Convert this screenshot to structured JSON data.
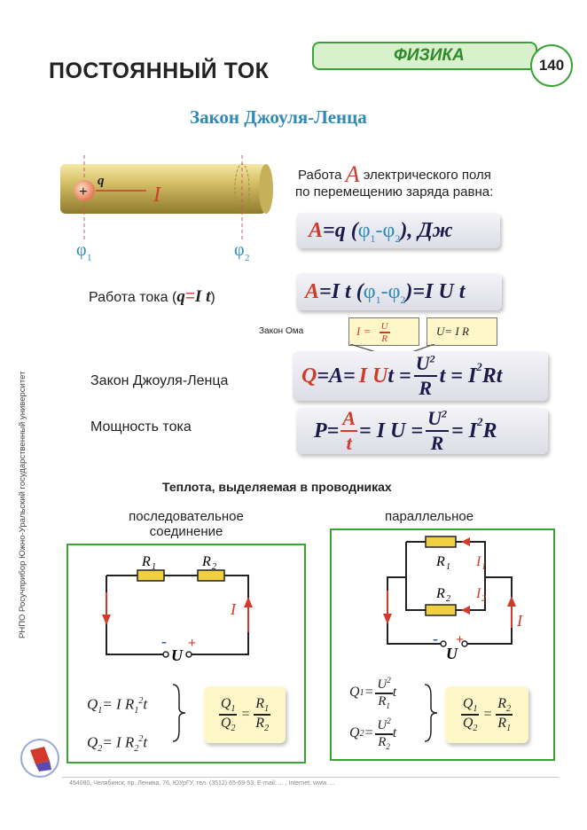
{
  "header": {
    "title": "ПОСТОЯННЫЙ ТОК",
    "subject": "ФИЗИКА",
    "page_number": "140",
    "subtitle": "Закон Джоуля-Ленца"
  },
  "conductor": {
    "charge_label": "q",
    "current_label": "I",
    "phi1_label": "φ",
    "phi1_sub": "1",
    "phi2_label": "φ",
    "phi2_sub": "2"
  },
  "work_field": {
    "text_before": "Работа ",
    "symbol": "A",
    "text_after": " электрического поля",
    "line2": "по перемещению заряда равна:",
    "formula": {
      "lhs": "A",
      "eq": "=q (",
      "phi1": "φ",
      "s1": "1",
      "minus": "-",
      "phi2": "φ",
      "s2": "2",
      "tail": "),  Дж"
    }
  },
  "work_current": {
    "label_before": "Работа тока (",
    "label_q": "q",
    "label_eq": "=",
    "label_I": "I",
    "label_t": " t",
    "label_after": ")",
    "formula": {
      "lhs": "A",
      "a": "=I t (",
      "phi1": "φ",
      "s1": "1",
      "minus": "-",
      "phi2": "φ",
      "s2": "2",
      "b": ")=I U t"
    }
  },
  "ohm": {
    "label": "Закон Ома",
    "f1_lhs": "I  =",
    "f1_num": "U",
    "f1_den": "R",
    "f2": "U= I R"
  },
  "joule": {
    "label": "Закон Джоуля-Ленца",
    "formula": {
      "lhs": "Q",
      "a": "=A=",
      "iu": "I U",
      "t": " t =",
      "num": "U",
      "num_sup": "2",
      "den": "R",
      "b": " t = I",
      "sup": "2",
      "c": "Rt"
    }
  },
  "power": {
    "label": "Мощность тока",
    "formula": {
      "lhs": "P=",
      "num": "A",
      "den": "t",
      "a": "= I U =",
      "num2": "U",
      "num2_sup": "2",
      "den2": "R",
      "b": "= I",
      "sup": "2",
      "c": "R"
    }
  },
  "heat": {
    "title": "Теплота, выделяемая в проводниках",
    "series": {
      "label_line1": "последовательное",
      "label_line2": "соединение",
      "R1": "R",
      "R1_sub": "1",
      "R2": "R",
      "R2_sub": "2",
      "I": "I",
      "U": "U",
      "minus": "-",
      "plus": "+",
      "q1": "Q",
      "q1_sub": "1",
      "q1_eq": "= I R",
      "q1_sub2": "1",
      "q1_sup": "2",
      "q1_t": "t",
      "q2": "Q",
      "q2_sub": "2",
      "q2_eq": "= I R",
      "q2_sub2": "2",
      "q2_sup": "2",
      "q2_t": "t",
      "ratio": {
        "num": "Q",
        "num_sub": "1",
        "den": "Q",
        "den_sub": "2",
        "num2": "R",
        "num2_sub": "1",
        "den2": "R",
        "den2_sub": "2"
      }
    },
    "parallel": {
      "label": "параллельное",
      "R1": "R",
      "R1_sub": "1",
      "R2": "R",
      "R2_sub": "2",
      "I1": "I",
      "I1_sub": "1",
      "I2": "I",
      "I2_sub": "2",
      "I": "I",
      "U": "U",
      "minus": "-",
      "plus": "+",
      "q1": "Q",
      "q1_sub": "1",
      "q1_num": "U",
      "q1_sup": "2",
      "q1_den": "R",
      "q1_den_sub": "1",
      "q1_t": "t",
      "q2": "Q",
      "q2_sub": "2",
      "q2_num": "U",
      "q2_sup": "2",
      "q2_den": "R",
      "q2_den_sub": "2",
      "q2_t": "t",
      "ratio": {
        "num": "Q",
        "num_sub": "1",
        "den": "Q",
        "den_sub": "2",
        "num2": "R",
        "num2_sub": "2",
        "den2": "R",
        "den2_sub": "1"
      }
    }
  },
  "side_text": "РНПО Росучприбор    Южно-Уральский государственный университет",
  "footer": "454080, Челябинск, пр. Ленина, 76, ЮУрГУ, тел. (3512) 65-69-53, E-mail: ... , Internet: www. ...",
  "colors": {
    "green": "#3aa335",
    "blue": "#2e8ab8",
    "red": "#d23a2a",
    "yellow": "#fff7c8"
  }
}
